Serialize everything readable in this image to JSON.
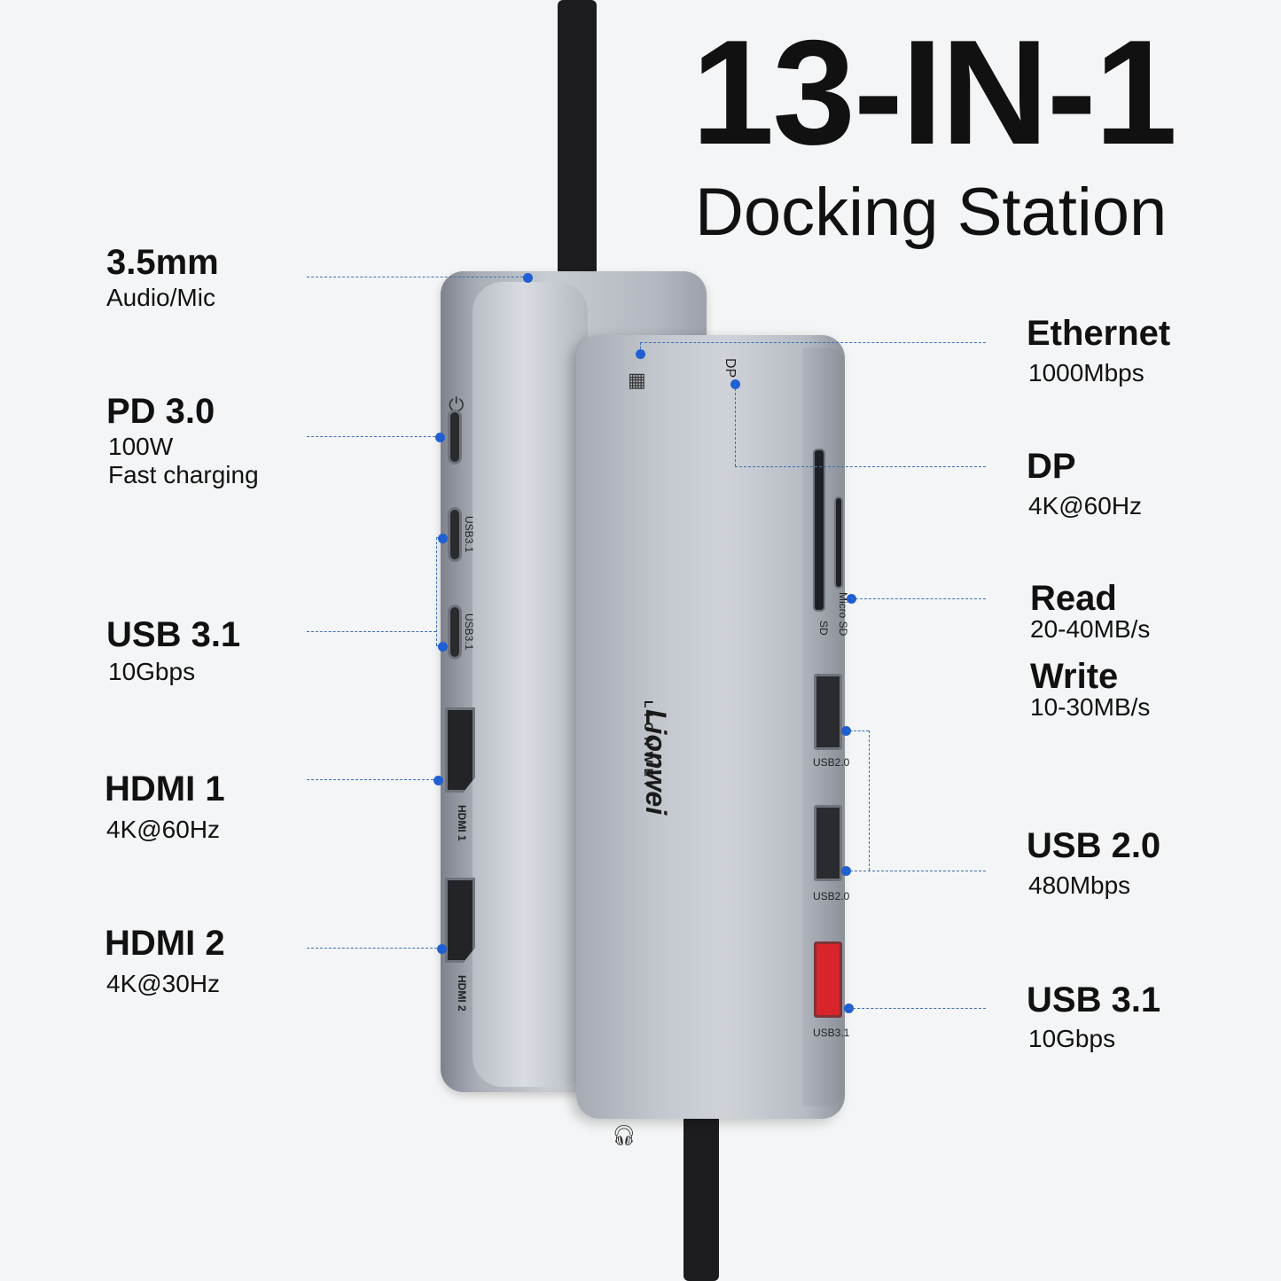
{
  "title": {
    "main": "13-IN-1",
    "sub": "Docking Station"
  },
  "left_labels": [
    {
      "head": "3.5mm",
      "sub": [
        "Audio/Mic"
      ]
    },
    {
      "head": "PD 3.0",
      "sub": [
        "100W",
        "Fast charging"
      ]
    },
    {
      "head": "USB 3.1",
      "sub": [
        "10Gbps"
      ]
    },
    {
      "head": "HDMI 1",
      "sub": [
        "4K@60Hz"
      ]
    },
    {
      "head": "HDMI 2",
      "sub": [
        "4K@30Hz"
      ]
    }
  ],
  "right_labels": [
    {
      "head": "Ethernet",
      "sub": [
        "1000Mbps"
      ]
    },
    {
      "head": "DP",
      "sub": [
        "4K@60Hz"
      ]
    },
    {
      "head": "Read",
      "sub": [
        "20-40MB/s"
      ]
    },
    {
      "head": "Write",
      "sub": [
        "10-30MB/s"
      ]
    },
    {
      "head": "USB 2.0",
      "sub": [
        "480Mbps"
      ]
    },
    {
      "head": "USB 3.1",
      "sub": [
        "10Gbps"
      ]
    }
  ],
  "port_markings": {
    "usb31_a": "USB3.1",
    "usb31_b": "USB3.1",
    "hdmi1": "HDMI 1",
    "hdmi2": "HDMI 2",
    "sd": "SD",
    "microsd": "Micro SD",
    "usb20_a": "USB2.0",
    "usb20_b": "USB2.0",
    "usb31_front": "USB3.1",
    "dp": "DP"
  },
  "brand": {
    "name": "LIONWEI",
    "mark": "Lionwei"
  },
  "icons": [
    "power-icon",
    "ethernet-icon",
    "headphone-icon"
  ],
  "colors": {
    "leader_line": "#3c6fb8",
    "leader_dot": "#1f5fd1",
    "usb31_port": "#d8242a"
  }
}
